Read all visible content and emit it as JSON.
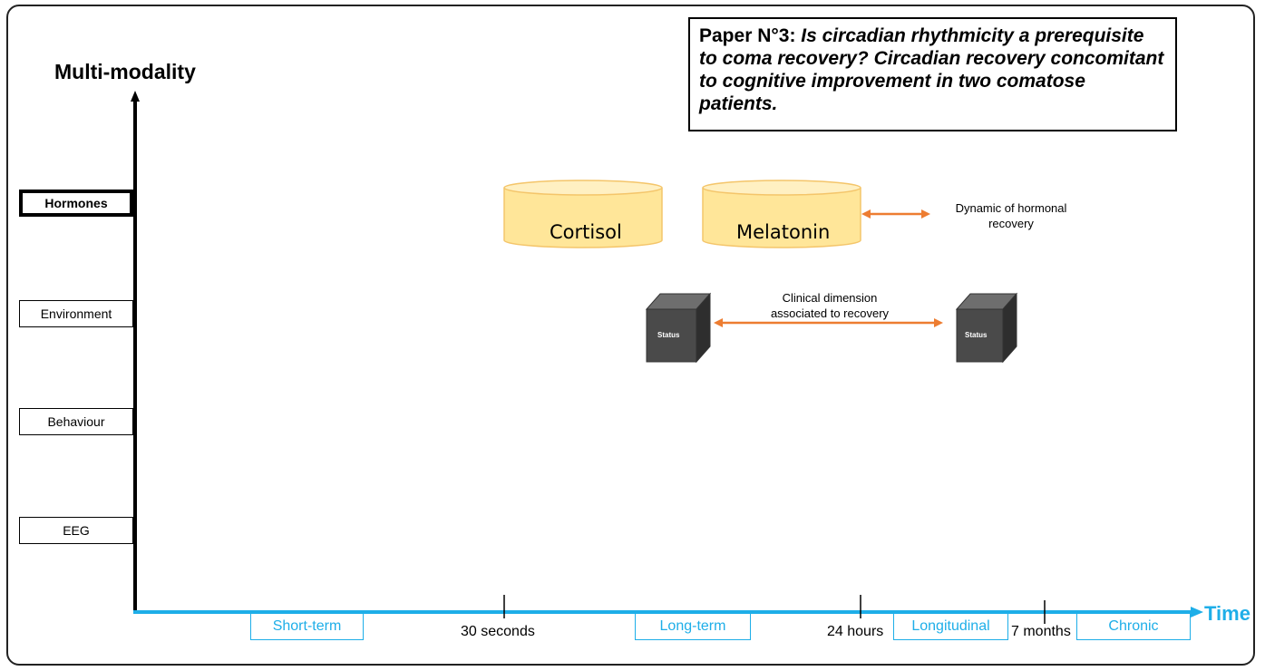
{
  "paper": {
    "prefix": "Paper N°3: ",
    "title": "Is circadian rhythmicity a prerequisite to coma recovery? Circadian recovery concomitant to cognitive improvement in two comatose patients."
  },
  "y_axis": {
    "title": "Multi-modality"
  },
  "categories": [
    {
      "label": "Hormones",
      "highlighted": true
    },
    {
      "label": "Environment",
      "highlighted": false
    },
    {
      "label": "Behaviour",
      "highlighted": false
    },
    {
      "label": "EEG",
      "highlighted": false
    }
  ],
  "x_axis": {
    "title": "Time",
    "ticks": [
      "30 seconds",
      "24 hours",
      "7 months"
    ],
    "phases": [
      "Short-term",
      "Long-term",
      "Longitudinal",
      "Chronic"
    ]
  },
  "hormones": {
    "cylinders": [
      "Cortisol",
      "Melatonin"
    ],
    "note": [
      "Dynamic of hormonal",
      "recovery"
    ]
  },
  "status": {
    "cube_label": "Status",
    "note": [
      "Clinical dimension",
      "associated to recovery"
    ]
  },
  "colors": {
    "axis_blue": "#1eaee8",
    "arrow_orange": "#ed7d31",
    "cylinder_fill": "#ffe699",
    "cylinder_stroke": "#f4c56a",
    "cube_front": "#4a4a4a"
  }
}
